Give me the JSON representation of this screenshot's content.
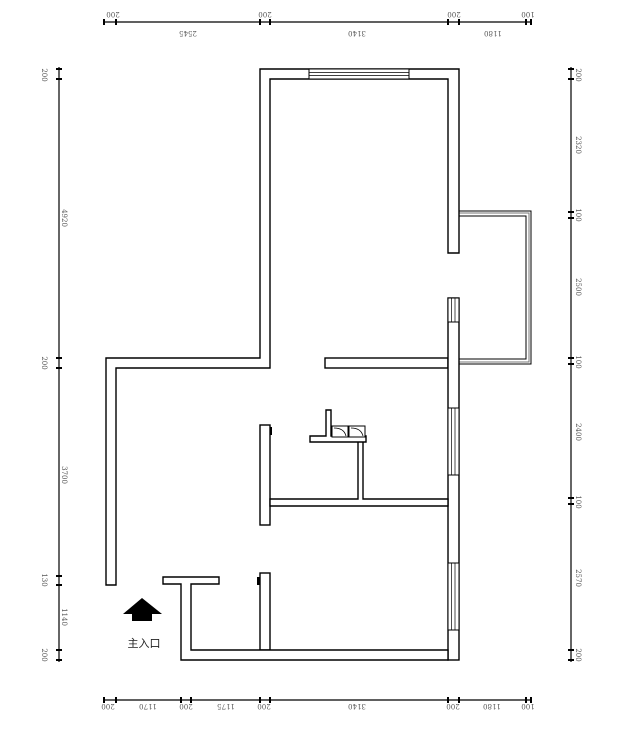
{
  "plan": {
    "entrance_label": "主入口",
    "entrance_icon": "arrow-up-icon"
  },
  "dimensions": {
    "top": [
      "200",
      "2545",
      "200",
      "3140",
      "200",
      "1180",
      "100"
    ],
    "bottom": [
      "200",
      "1170",
      "200",
      "1175",
      "200",
      "3140",
      "200",
      "1180",
      "100"
    ],
    "left": [
      "200",
      "4920",
      "200",
      "3700",
      "130",
      "1140",
      "200"
    ],
    "right": [
      "200",
      "2320",
      "100",
      "2500",
      "100",
      "2400",
      "100",
      "2570",
      "200"
    ]
  }
}
